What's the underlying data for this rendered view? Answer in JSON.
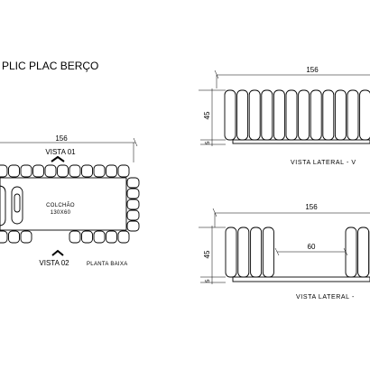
{
  "title": "PLIC PLAC BERÇO",
  "plan": {
    "width_label": "156",
    "view1_label": "VISTA 01",
    "view2_label": "VISTA 02",
    "mattress_label": "COLCHÃO",
    "mattress_size": "130X60",
    "caption": "PLANTA BAIXA"
  },
  "elevation_top": {
    "width_label": "156",
    "height_label": "45",
    "base_label": "5",
    "caption": "VISTA LATERAL - V"
  },
  "elevation_bottom": {
    "width_label": "156",
    "height_label": "45",
    "base_label": "5",
    "gap_label": "60",
    "caption": "VISTA LATERAL -"
  }
}
